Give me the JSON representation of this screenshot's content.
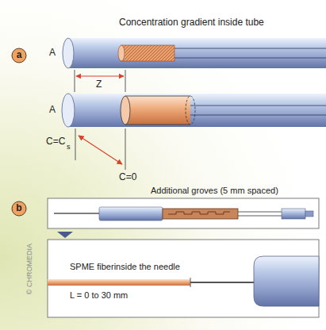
{
  "diagram": {
    "title": "Concentration gradient inside tube",
    "nodes": [
      {
        "text": [
          "a"
        ]
      },
      {
        "text": [
          "b"
        ]
      },
      {
        "text": [
          "SPME fiberinside the needle",
          "L = 0 to 30 mm"
        ]
      }
    ],
    "labels": [
      "A",
      "Z",
      "A",
      "C=C",
      "s",
      "C=0",
      "Additional groves (5 mm spaced)",
      "© CHROMEDIA"
    ]
  }
}
